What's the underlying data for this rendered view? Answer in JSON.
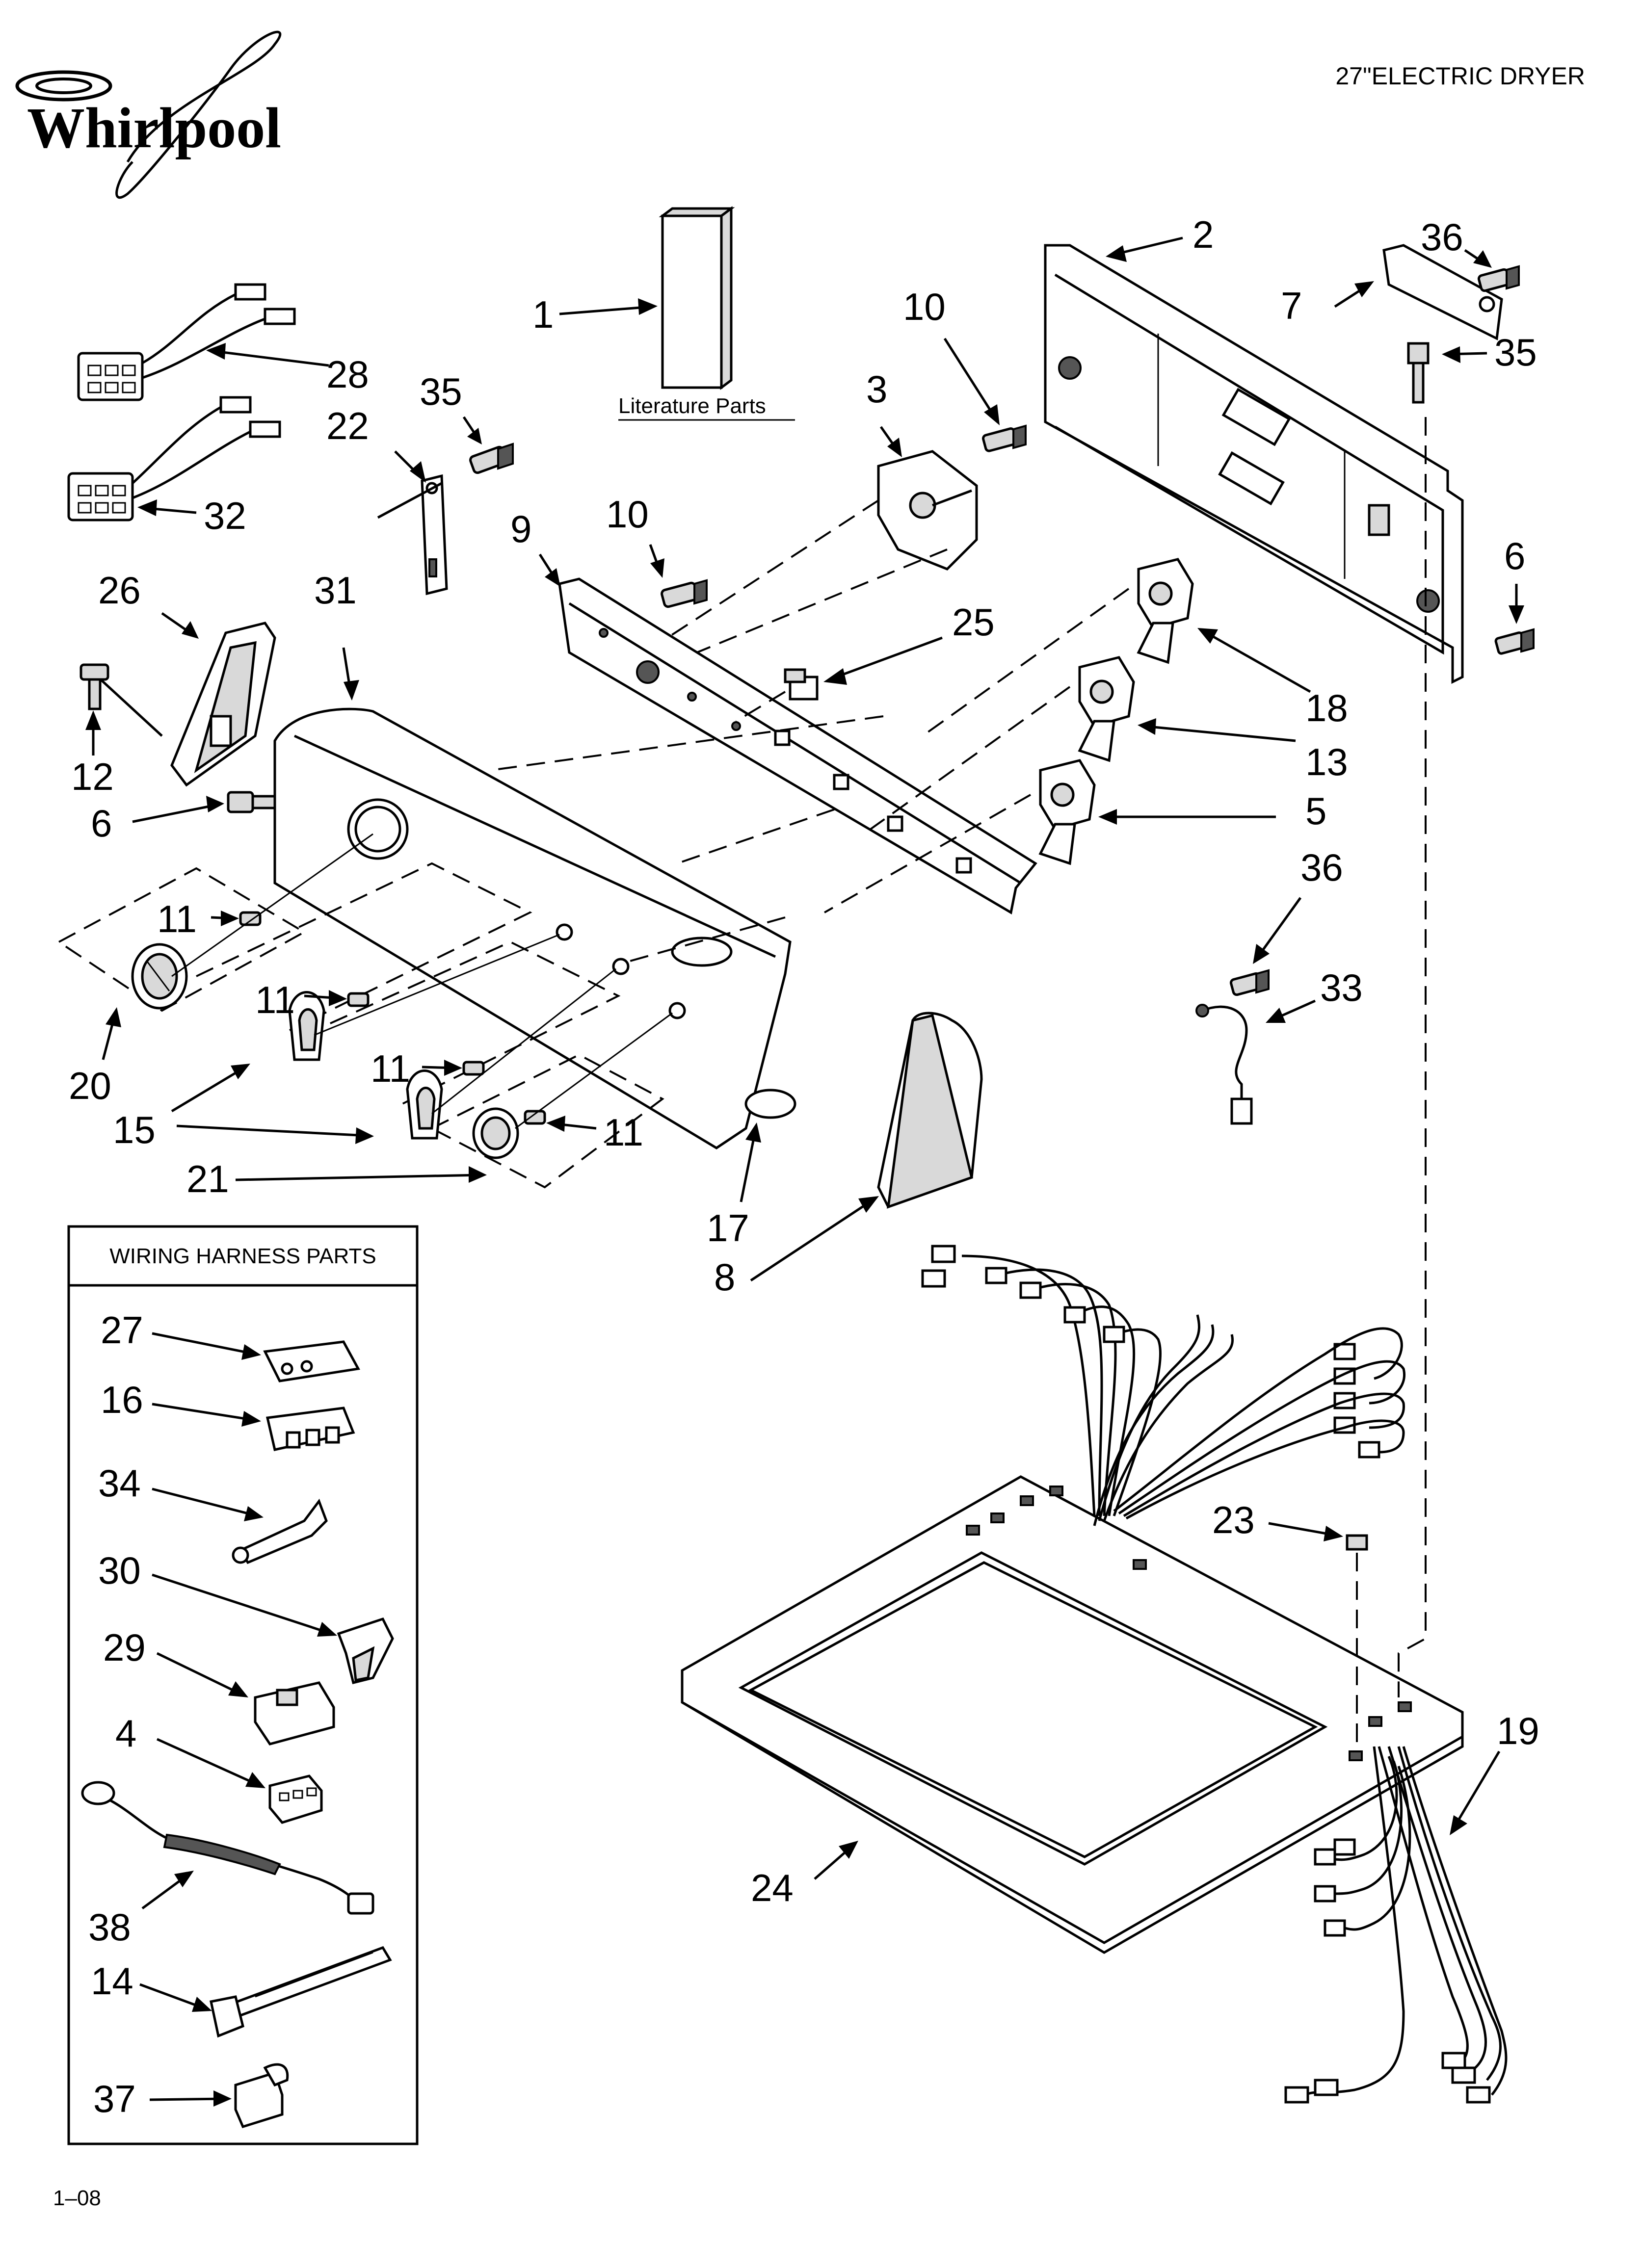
{
  "brand": {
    "logo_text": "Whirlpool"
  },
  "header": {
    "model_title": "27\"ELECTRIC DRYER"
  },
  "literature": {
    "label": "Literature Parts"
  },
  "harness_box": {
    "title": "WIRING HARNESS PARTS"
  },
  "callouts": {
    "n1": "1",
    "n2": "2",
    "n3": "3",
    "n4": "4",
    "n5": "5",
    "n6a": "6",
    "n6b": "6",
    "n7": "7",
    "n8": "8",
    "n9": "9",
    "n10a": "10",
    "n10b": "10",
    "n11a": "11",
    "n11b": "11",
    "n11c": "11",
    "n11d": "11",
    "n12": "12",
    "n13": "13",
    "n14": "14",
    "n15": "15",
    "n16": "16",
    "n17": "17",
    "n18": "18",
    "n19": "19",
    "n20": "20",
    "n21": "21",
    "n22": "22",
    "n23": "23",
    "n24": "24",
    "n25": "25",
    "n26": "26",
    "n27": "27",
    "n28": "28",
    "n29": "29",
    "n30": "30",
    "n31": "31",
    "n32": "32",
    "n33": "33",
    "n34": "34",
    "n35a": "35",
    "n35b": "35",
    "n36a": "36",
    "n36b": "36",
    "n37": "37",
    "n38": "38"
  },
  "footer": {
    "page_code": "1–08"
  }
}
